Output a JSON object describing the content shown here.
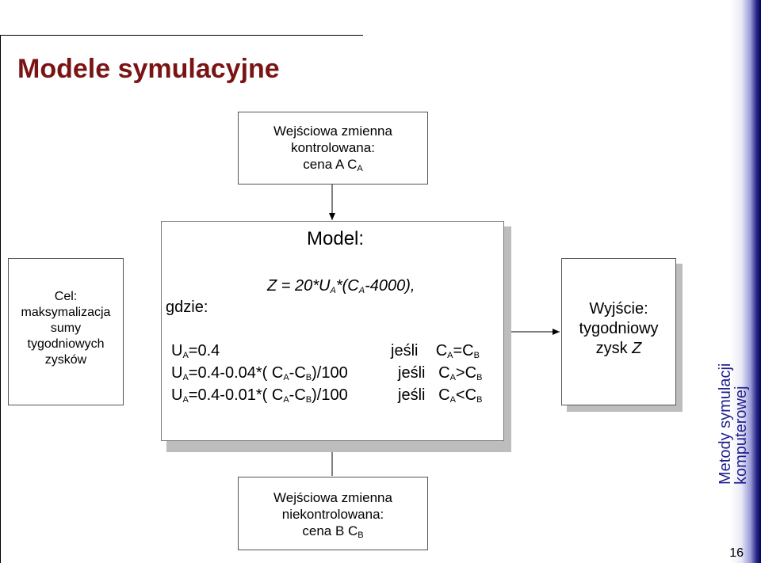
{
  "slide": {
    "title": "Modele symulacyjne",
    "side_label": "Metody symulacji komputerowej",
    "page_number": "16"
  },
  "input_controlled": {
    "line1": "Wejściowa zmienna",
    "line2": "kontrolowana:",
    "line3_prefix": "cena A C",
    "line3_sub": "A"
  },
  "input_uncontrolled": {
    "line1": "Wejściowa zmienna",
    "line2": "niekontrolowana:",
    "line3_prefix": "cena B C",
    "line3_sub": "B"
  },
  "goal": {
    "lines": [
      "Cel:",
      "maksymalizacja",
      "sumy",
      "tygodniowych",
      "zysków"
    ]
  },
  "model": {
    "header": "Model:",
    "where_label": "gdzie:",
    "formula": {
      "p1": "Z = 20*U",
      "s1": "A",
      "p2": "*(C",
      "s2": "A",
      "p3": "-4000),"
    },
    "cases": [
      {
        "u": "U",
        "u_sub": "A",
        "expr": "=0.4",
        "if": "jeśli",
        "c1": "C",
        "c1_sub": "A",
        "op": "=",
        "c2": "C",
        "c2_sub": "B"
      },
      {
        "u": "U",
        "u_sub": "A",
        "expr_a": "=0.4-0.04*( C",
        "expr_a_sub": "A",
        "expr_b": "-C",
        "expr_b_sub": "B",
        "expr_c": ")/100",
        "if": "jeśli",
        "c1": "C",
        "c1_sub": "A",
        "op": ">",
        "c2": "C",
        "c2_sub": "B"
      },
      {
        "u": "U",
        "u_sub": "A",
        "expr_a": "=0.4-0.01*( C",
        "expr_a_sub": "A",
        "expr_b": "-C",
        "expr_b_sub": "B",
        "expr_c": ")/100",
        "if": "jeśli",
        "c1": "C",
        "c1_sub": "A",
        "op": "<",
        "c2": "C",
        "c2_sub": "B"
      }
    ]
  },
  "output": {
    "lines": [
      "Wyjście:",
      "tygodniowy"
    ],
    "line3_prefix": "zysk ",
    "line3_italic": "Z"
  }
}
